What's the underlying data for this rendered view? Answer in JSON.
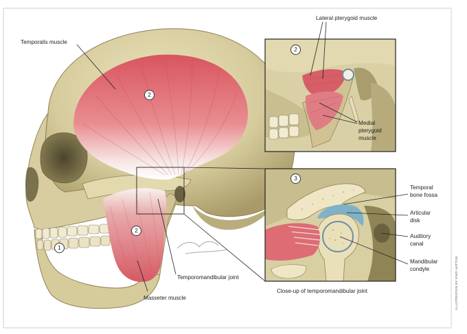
{
  "labels": {
    "temporalis": "Temporalis muscle",
    "lateral_pterygoid": "Lateral pterygoid muscle",
    "medial_pterygoid_1": "Medial",
    "medial_pterygoid_2": "pterygoid",
    "medial_pterygoid_3": "muscle",
    "temporal_fossa_1": "Temporal",
    "temporal_fossa_2": "bone fossa",
    "articular_disk_1": "Articular",
    "articular_disk_2": "disk",
    "auditory_canal_1": "Auditory",
    "auditory_canal_2": "canal",
    "mandibular_condyle_1": "Mandibular",
    "mandibular_condyle_2": "condyle",
    "tmj": "Temporomandibular joint",
    "masseter": "Masseter muscle",
    "closeup_caption": "Close-up of temporomandibular joint"
  },
  "badges": {
    "teeth": "1",
    "temporalis": "2",
    "masseter": "2",
    "inset_pterygoid": "2",
    "inset_tmj": "3"
  },
  "credit": "ILLUSTRATION BY ENID HATTON",
  "colors": {
    "bone": "#d9cfa4",
    "bone_shadow": "#a89a6a",
    "muscle": "#d9616a",
    "muscle_light": "#f0a6a8",
    "tendon": "#f4f1ea",
    "disk": "#7fb2c9"
  }
}
